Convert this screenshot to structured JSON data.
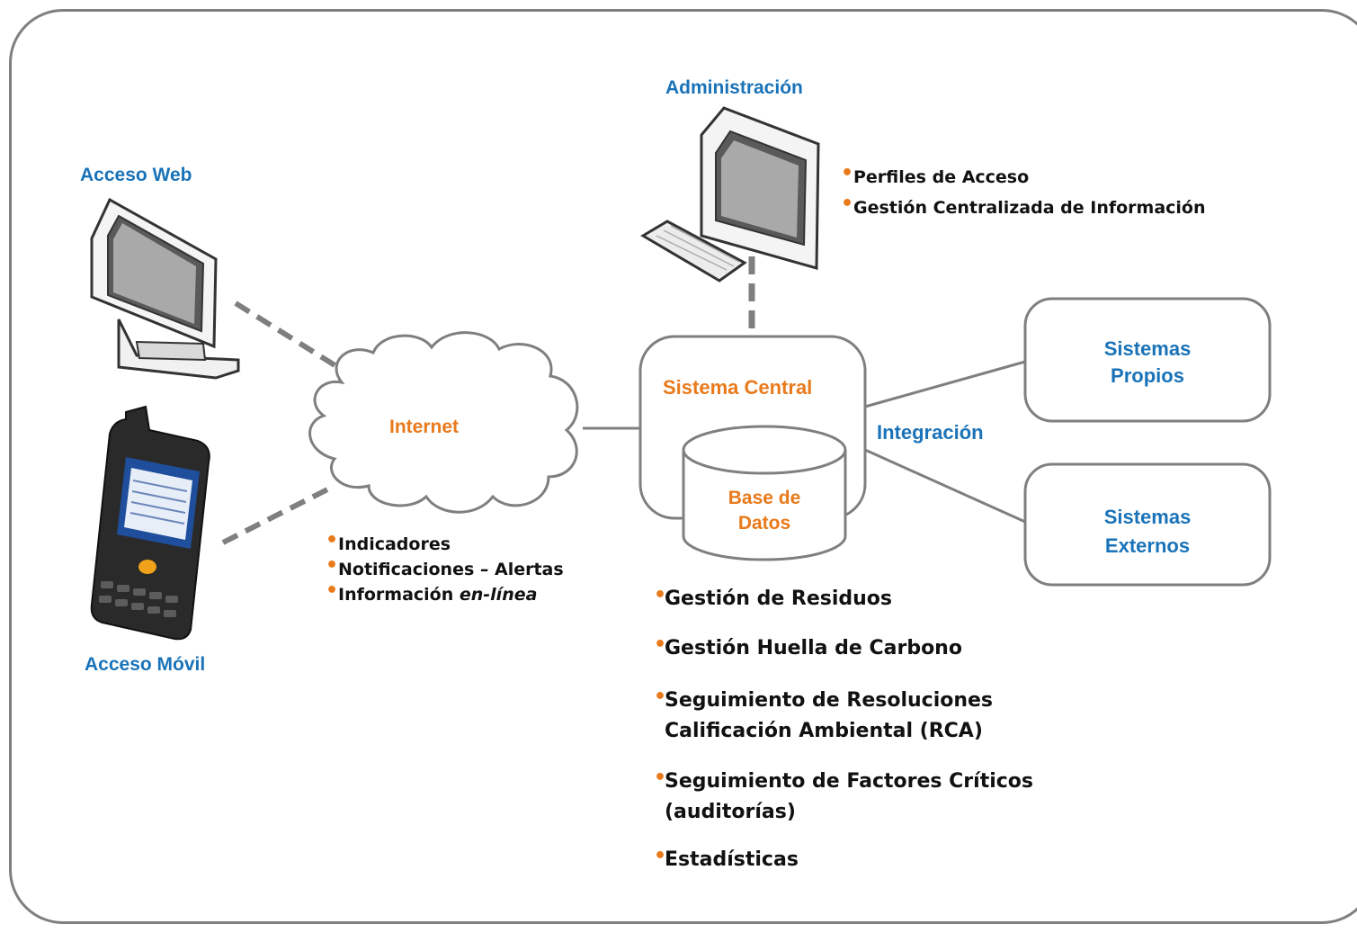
{
  "nodes": {
    "acceso_web": "Acceso Web",
    "acceso_movil": "Acceso Móvil",
    "administracion": "Administración",
    "internet": "Internet",
    "sistema_central": "Sistema Central",
    "base_datos_1": "Base de",
    "base_datos_2": "Datos",
    "integracion": "Integración",
    "sistemas_propios_1": "Sistemas",
    "sistemas_propios_2": "Propios",
    "sistemas_externos_1": "Sistemas",
    "sistemas_externos_2": "Externos"
  },
  "admin_bullets": [
    "Perfiles de Acceso",
    "Gestión Centralizada de Información"
  ],
  "internet_bullets": {
    "b1": "Indicadores",
    "b2": "Notificaciones – Alertas",
    "b3_plain": "Información ",
    "b3_italic": "en-línea"
  },
  "central_bullets": {
    "b1": "Gestión de Residuos",
    "b2": "Gestión Huella de Carbono",
    "b3_l1": "Seguimiento de Resoluciones",
    "b3_l2": "Calificación Ambiental (RCA)",
    "b4_l1": "Seguimiento de Factores Críticos",
    "b4_l2": "(auditorías)",
    "b5": "Estadísticas"
  },
  "colors": {
    "blue": "#1a73b8",
    "orange": "#e97a1b",
    "line": "#7f7f7f",
    "bullet": "#e97a1b"
  },
  "icons": [
    "desktop-monitor-icon",
    "mobile-handheld-icon",
    "workstation-computer-icon",
    "cloud-icon",
    "database-cylinder-icon"
  ]
}
